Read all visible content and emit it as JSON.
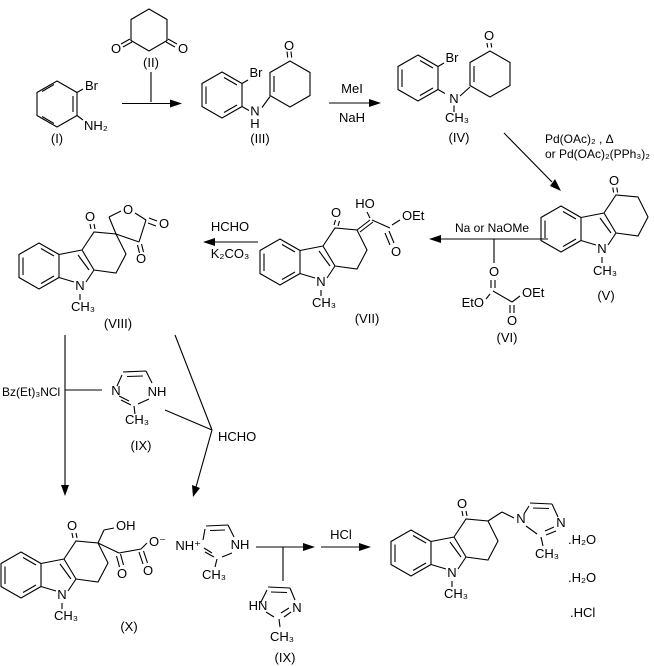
{
  "colors": {
    "ink": "#000000",
    "background": "#ffffff"
  },
  "scheme": {
    "compounds": {
      "i": {
        "tag": "(I)",
        "br": "Br",
        "nh2": "NH₂"
      },
      "ii": {
        "tag": "(II)",
        "o_left": "O",
        "o_right": "O"
      },
      "iii": {
        "tag": "(III)",
        "br": "Br",
        "o": "O",
        "n": "N",
        "h": "H"
      },
      "iv": {
        "tag": "(IV)",
        "br": "Br",
        "o": "O",
        "n": "N",
        "ch3": "CH₃"
      },
      "v": {
        "tag": "(V)",
        "o": "O",
        "n": "N",
        "ch3": "CH₃"
      },
      "vi": {
        "tag": "(VI)",
        "o_top": "O",
        "o_bottom": "O",
        "eto": "EtO",
        "oet": "OEt"
      },
      "vii": {
        "tag": "(VII)",
        "ho": "HO",
        "o_ketone": "O",
        "oet": "OEt",
        "o_ester": "O",
        "n": "N",
        "ch3": "CH₃"
      },
      "viii": {
        "tag": "(VIII)",
        "o_ketone": "O",
        "o_ring": "O",
        "o_right": "O",
        "o_bottom": "O",
        "n": "N",
        "ch3": "CH₃"
      },
      "ix_upper": {
        "tag": "(IX)",
        "n": "N",
        "nh": "NH",
        "ch3": "CH₃"
      },
      "x": {
        "tag": "(X)",
        "o_ketone": "O",
        "oh": "OH",
        "o_minus": "O⁻",
        "o_keto": "O",
        "o_acyl": "O",
        "n": "N",
        "ch3": "CH₃"
      },
      "imidazolium": {
        "nh_plus": "NH⁺",
        "nh": "NH",
        "ch3": "CH₃"
      },
      "ix_lower": {
        "tag": "(IX)",
        "hn": "HN",
        "n": "N",
        "ch3": "CH₃"
      },
      "product": {
        "o": "O",
        "n_carbazole": "N",
        "ch3_carbazole": "CH₃",
        "n1": "N",
        "n3": "N",
        "ch3_imidazole": "CH₃",
        "solvate_line1": ".H₂O",
        "solvate_line2": ".H₂O",
        "solvate_line3": ".HCl"
      }
    },
    "reagents": {
      "step2_above": "MeI",
      "step2_below": "NaH",
      "step3_line1": "Pd(OAc)₂ , Δ",
      "step3_line2": "or Pd(OAc)₂(PPh₃)₂",
      "step4_above": "Na or NaOMe",
      "step5_above": "HCHO",
      "step5_below": "K₂CO₃",
      "step6_left": "Bz(Et)₃NCl",
      "step7_label": "HCHO",
      "step9_above": "HCl"
    }
  }
}
